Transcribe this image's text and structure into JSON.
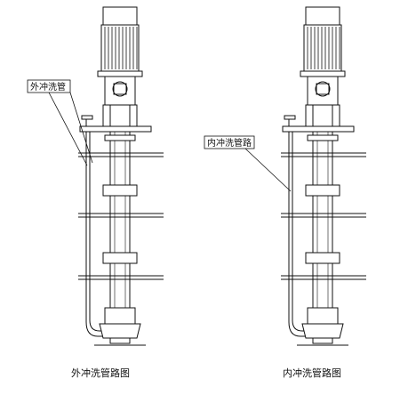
{
  "diagrams": [
    {
      "caption": "外冲洗管路图",
      "callout": "外冲洗管"
    },
    {
      "caption": "内冲洗管路图",
      "callout": "内冲洗管路"
    }
  ],
  "colors": {
    "line": "#111111",
    "background": "#ffffff"
  }
}
